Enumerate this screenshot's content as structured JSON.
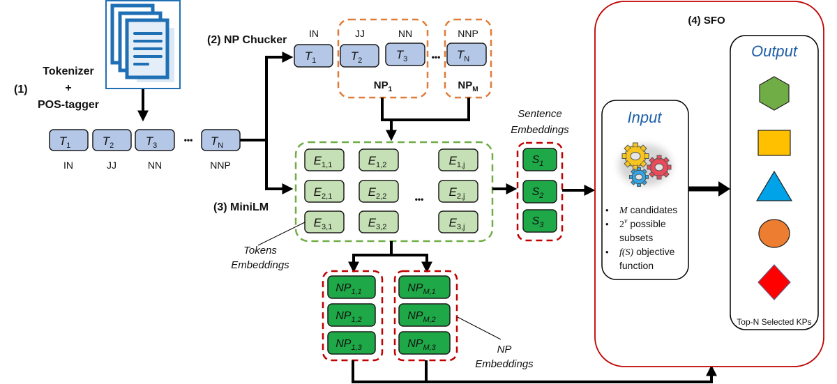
{
  "stages": {
    "tokenizer": {
      "num": "(1)",
      "line1": "Tokenizer",
      "line2": "+",
      "line3": "POS-tagger"
    },
    "chunker": "(2) NP Chucker",
    "minilm": "(3)  MiniLM",
    "sfo": "(4) SFO"
  },
  "tokens_row": [
    {
      "t": "T",
      "sub": "1",
      "tag": "IN"
    },
    {
      "t": "T",
      "sub": "2",
      "tag": "JJ"
    },
    {
      "t": "T",
      "sub": "3",
      "tag": "NN"
    },
    {
      "t": "T",
      "sub": "N",
      "tag": "NNP"
    }
  ],
  "ellipsis": "•••",
  "chunker_tokens": [
    {
      "t": "T",
      "sub": "1",
      "tag": "IN"
    },
    {
      "t": "T",
      "sub": "2",
      "tag": "JJ"
    },
    {
      "t": "T",
      "sub": "3",
      "tag": "NN"
    },
    {
      "t": "T",
      "sub": "N",
      "tag": "NNP"
    }
  ],
  "np_groups": [
    {
      "name": "NP",
      "sub": "1"
    },
    {
      "name": "NP",
      "sub": "M"
    }
  ],
  "token_embeddings": [
    [
      "E",
      "1,1"
    ],
    [
      "E",
      "1,2"
    ],
    [
      "E",
      "1,j"
    ],
    [
      "E",
      "2,1"
    ],
    [
      "E",
      "2,2"
    ],
    [
      "E",
      "2,j"
    ],
    [
      "E",
      "3,1"
    ],
    [
      "E",
      "3,2"
    ],
    [
      "E",
      "3,j"
    ]
  ],
  "token_embeddings_label": {
    "line1": "Tokens",
    "line2": "Embeddings"
  },
  "sentence_embeddings_label": {
    "line1": "Sentence",
    "line2": "Embeddings"
  },
  "sentence_embeddings": [
    {
      "t": "S",
      "sub": "1"
    },
    {
      "t": "S",
      "sub": "2"
    },
    {
      "t": "S",
      "sub": "3"
    }
  ],
  "np_embeddings": [
    [
      {
        "t": "NP",
        "sub": "1,1"
      },
      {
        "t": "NP",
        "sub": "1,2"
      },
      {
        "t": "NP",
        "sub": "1,3"
      }
    ],
    [
      {
        "t": "NP",
        "sub": "M,1"
      },
      {
        "t": "NP",
        "sub": "M,2"
      },
      {
        "t": "NP",
        "sub": "M,3"
      }
    ]
  ],
  "np_embeddings_label": {
    "line1": "NP",
    "line2": "Embeddings"
  },
  "input_panel": {
    "title": "Input",
    "bullets": [
      {
        "math": "M",
        "text": " candidates"
      },
      {
        "math": "2",
        "sup": "v",
        "text": " possible",
        "cont": "subsets"
      },
      {
        "math": "f(S)",
        "text": " objective",
        "cont": "function"
      }
    ]
  },
  "output_panel": {
    "title": "Output",
    "shapes": [
      {
        "shape": "hexagon",
        "color": "#70ad47"
      },
      {
        "shape": "square",
        "color": "#ffc000"
      },
      {
        "shape": "triangle",
        "color": "#00a2e8"
      },
      {
        "shape": "circle",
        "color": "#ed7d31"
      },
      {
        "shape": "diamond",
        "color": "#ff0000"
      }
    ],
    "caption": "Top-N Selected KPs"
  },
  "colors": {
    "accent_blue": "#1f5fa8",
    "np_dash": "#e07b39",
    "minilm_dash": "#70ad47",
    "emb_dash": "#c00000",
    "sfo_border": "#c00000"
  }
}
